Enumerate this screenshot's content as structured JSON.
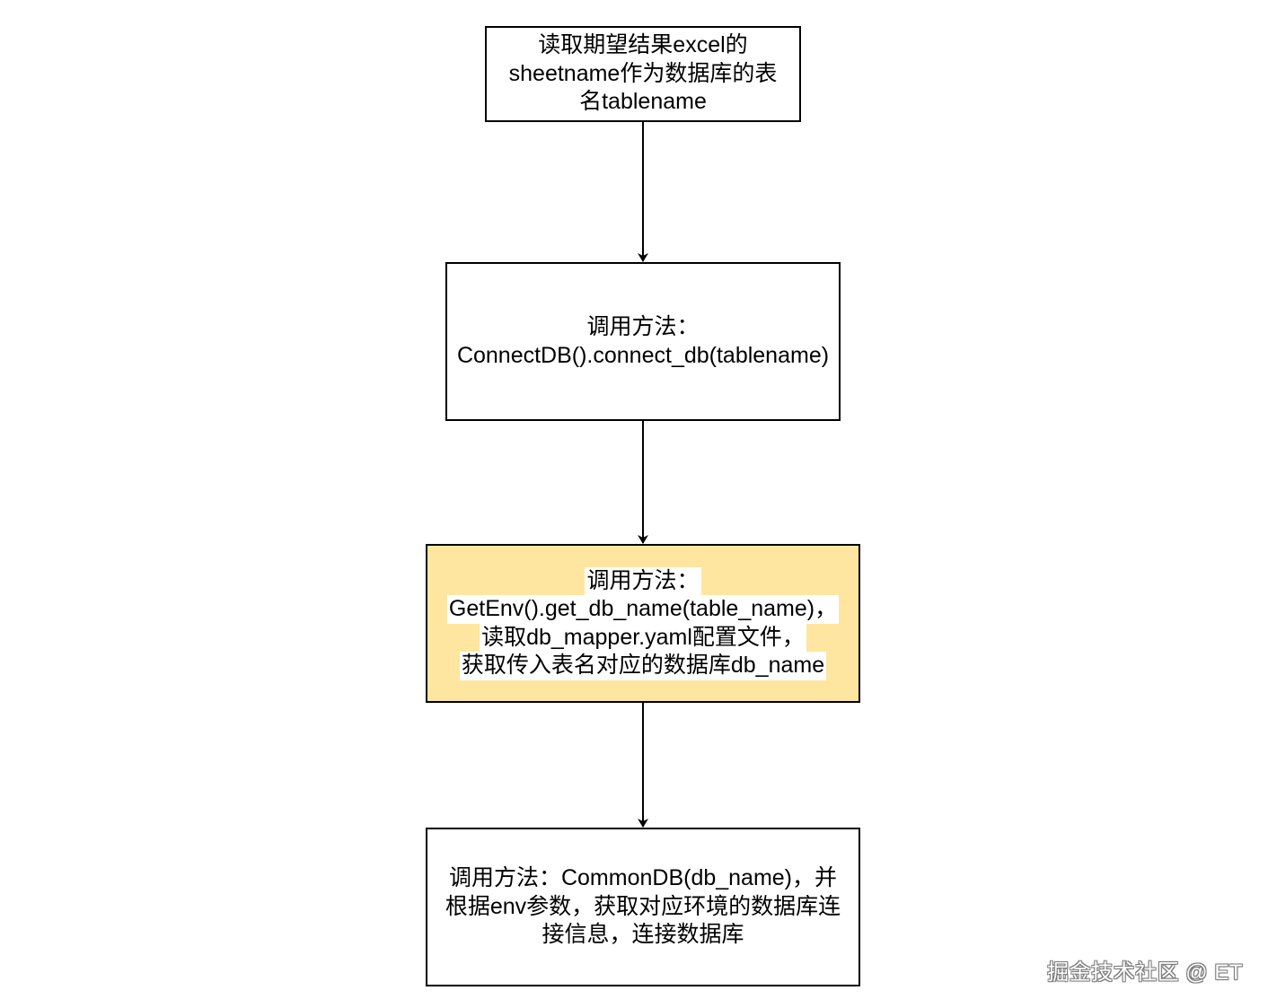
{
  "nodes": [
    {
      "id": "n1",
      "lines": [
        "读取期望结果excel的",
        "sheetname作为数据库的表",
        "名tablename"
      ],
      "highlight": false
    },
    {
      "id": "n2",
      "lines": [
        "调用方法：",
        "ConnectDB().connect_db(tablename)"
      ],
      "highlight": false
    },
    {
      "id": "n3",
      "lines": [
        "调用方法：",
        "GetEnv().get_db_name(table_name)，",
        "读取db_mapper.yaml配置文件，",
        "获取传入表名对应的数据库db_name"
      ],
      "highlight": true
    },
    {
      "id": "n4",
      "lines": [
        "调用方法：CommonDB(db_name)，并",
        "根据env参数，获取对应环境的数据库连",
        "接信息，连接数据库"
      ],
      "highlight": false
    }
  ],
  "edges": [
    {
      "from": "n1",
      "to": "n2"
    },
    {
      "from": "n2",
      "to": "n3"
    },
    {
      "from": "n3",
      "to": "n4"
    }
  ],
  "colors": {
    "highlight_fill": "#ffe6a0",
    "stroke": "#000000"
  },
  "watermark": "掘金技术社区 @ ET"
}
